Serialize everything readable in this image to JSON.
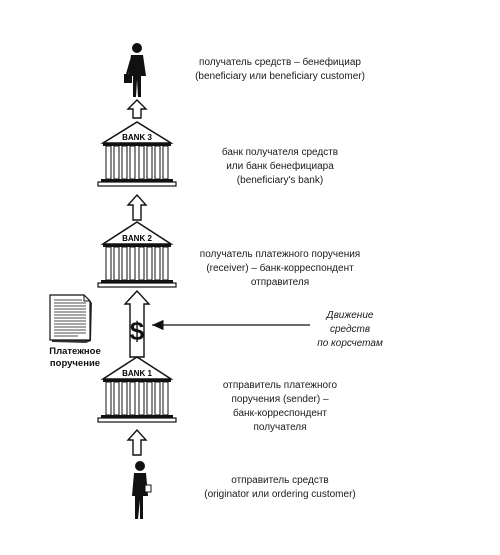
{
  "banks": [
    {
      "name": "BANK 1"
    },
    {
      "name": "BANK 2"
    },
    {
      "name": "BANK 3"
    }
  ],
  "labels": {
    "beneficiary": [
      "получатель средств – бенефициар",
      "(beneficiary или beneficiary customer)"
    ],
    "bank3": [
      "банк получателя средств",
      "или банк бенефициара",
      "(beneficiary's bank)"
    ],
    "bank2": [
      "получатель платежного поручения",
      "(receiver) – банк-корреспондент",
      "отправителя"
    ],
    "bank1": [
      "отправитель платежного",
      "поручения (sender) –",
      "банк-корреспондент",
      "получателя"
    ],
    "originator": [
      "отправитель средств",
      "(originator или ordering customer)"
    ]
  },
  "flow_label": [
    "Движение",
    "средств",
    "по корсчетам"
  ],
  "document_label": [
    "Платежное",
    "поручение"
  ],
  "dollar_symbol": "$"
}
